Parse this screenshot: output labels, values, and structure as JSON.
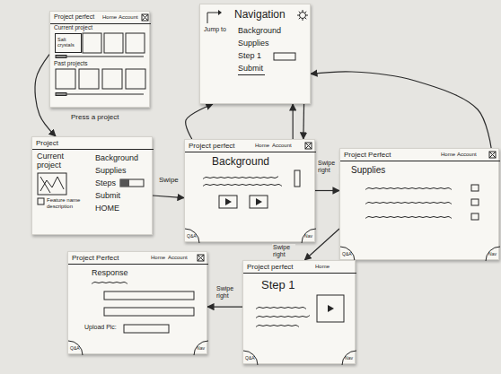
{
  "diagram": {
    "nodes": [
      {
        "text": [
          "Project perfect",
          "Home",
          "Account",
          "Current project",
          "Past projects"
        ]
      },
      {
        "text": [
          "Salt crystals"
        ],
        "in": 0
      },
      {
        "text": [
          "Navigation",
          "Jump to",
          "Background",
          "Supplies",
          "Step 1",
          "Submit"
        ]
      },
      {
        "text": [
          "Project",
          "Current project",
          "Feature name description",
          "Background",
          "Supplies",
          "Steps",
          "Submit",
          "HOME"
        ]
      },
      {
        "text": [
          "Project perfect",
          "Home",
          "Account",
          "Background",
          "Q&A",
          "Nav"
        ]
      },
      {
        "text": [
          "Project Perfect",
          "Home",
          "Account",
          "Supplies",
          "Q&A",
          "Nav"
        ]
      },
      {
        "text": [
          "Project perfect",
          "Home",
          "Step 1",
          "Q&A",
          "Nav"
        ]
      },
      {
        "text": [
          "Project Perfect",
          "Home",
          "Account",
          "Response",
          "Upload Pic:",
          "Q&A",
          "Nav"
        ]
      }
    ],
    "edges": [
      {
        "from": 0,
        "to": 3,
        "label": "Press a project",
        "arrow": "to"
      },
      {
        "from": 3,
        "to": 4,
        "label": "Swipe",
        "arrow": "to"
      },
      {
        "from": 4,
        "to": 5,
        "label": "Swipe right",
        "arrow": "to"
      },
      {
        "from": 5,
        "to": 6,
        "label": "Swipe right",
        "arrow": "to"
      },
      {
        "from": 6,
        "to": 7,
        "label": "Swipe right",
        "arrow": "to"
      },
      {
        "from": 4,
        "to": 2,
        "arrow": "to"
      },
      {
        "from": 4,
        "to": 2,
        "arrow": "to"
      },
      {
        "from": 2,
        "to": 4,
        "arrow": "to"
      },
      {
        "from": 5,
        "to": 2,
        "arrow": "to"
      }
    ]
  }
}
